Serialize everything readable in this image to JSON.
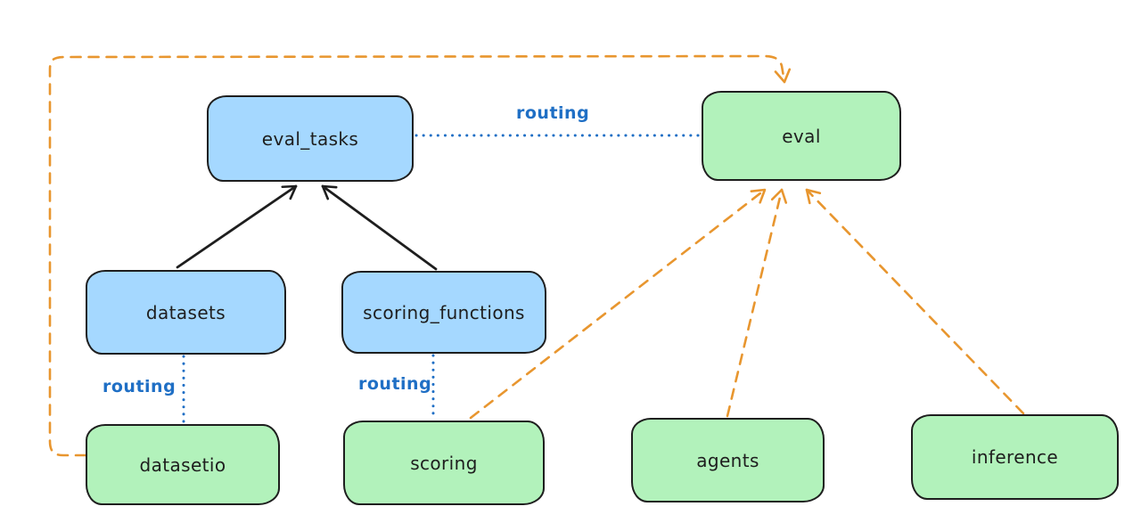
{
  "diagram": {
    "background": "#ffffff",
    "routing_label": "routing",
    "nodes": [
      {
        "id": "eval_tasks",
        "label": "eval_tasks",
        "color": "blue"
      },
      {
        "id": "eval",
        "label": "eval",
        "color": "green"
      },
      {
        "id": "datasets",
        "label": "datasets",
        "color": "blue"
      },
      {
        "id": "scoring_functions",
        "label": "scoring_functions",
        "color": "blue"
      },
      {
        "id": "datasetio",
        "label": "datasetio",
        "color": "green"
      },
      {
        "id": "scoring",
        "label": "scoring",
        "color": "green"
      },
      {
        "id": "agents",
        "label": "agents",
        "color": "green"
      },
      {
        "id": "inference",
        "label": "inference",
        "color": "green"
      }
    ],
    "edges": [
      {
        "from": "datasets",
        "to": "eval_tasks",
        "style": "solid",
        "color": "black",
        "arrow": true
      },
      {
        "from": "scoring_functions",
        "to": "eval_tasks",
        "style": "solid",
        "color": "black",
        "arrow": true
      },
      {
        "from": "eval_tasks",
        "to": "eval",
        "style": "dotted",
        "color": "blue",
        "arrow": false,
        "label": "routing"
      },
      {
        "from": "datasets",
        "to": "datasetio",
        "style": "dotted",
        "color": "blue",
        "arrow": false,
        "label": "routing"
      },
      {
        "from": "scoring_functions",
        "to": "scoring",
        "style": "dotted",
        "color": "blue",
        "arrow": false,
        "label": "routing"
      },
      {
        "from": "scoring",
        "to": "eval",
        "style": "dashed",
        "color": "orange",
        "arrow": true
      },
      {
        "from": "agents",
        "to": "eval",
        "style": "dashed",
        "color": "orange",
        "arrow": true
      },
      {
        "from": "inference",
        "to": "eval",
        "style": "dashed",
        "color": "orange",
        "arrow": true
      },
      {
        "from": "datasetio",
        "to": "eval",
        "style": "dashed",
        "color": "orange",
        "arrow": true,
        "route": "around-left-and-top"
      }
    ],
    "colors": {
      "node_blue_fill": "#a5d8ff",
      "node_green_fill": "#b2f2bb",
      "node_stroke": "#1e1e1e",
      "routing_blue": "#1f6fc5",
      "dashed_orange": "#e8962f",
      "solid_black": "#1e1e1e"
    }
  }
}
